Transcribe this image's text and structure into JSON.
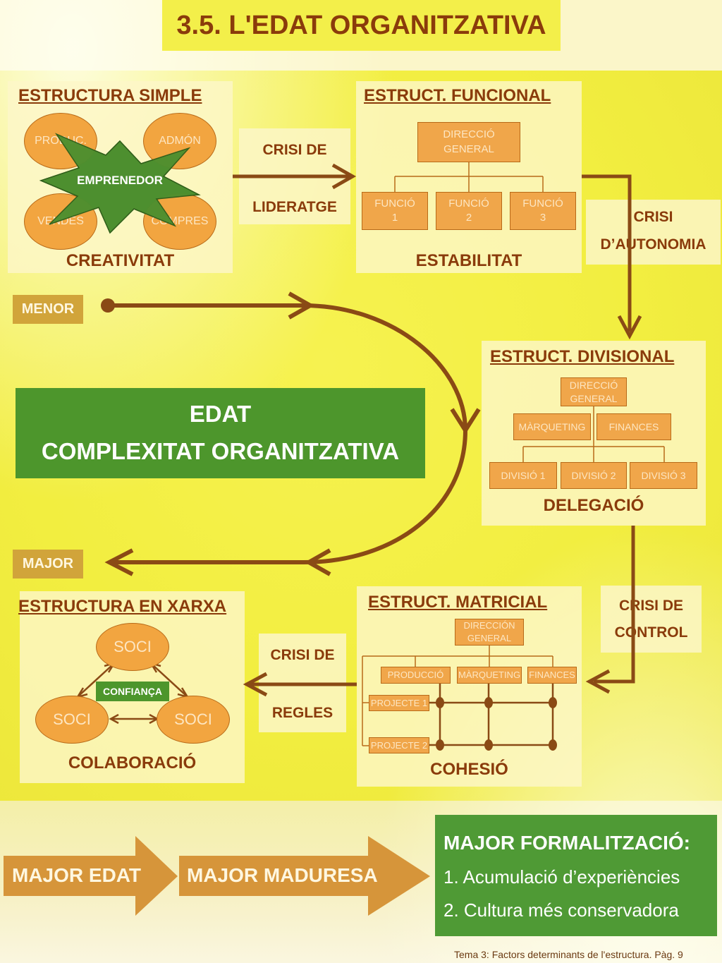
{
  "title": "3.5. L'EDAT ORGANITZATIVA",
  "simple": {
    "heading": "ESTRUCTURA SIMPLE",
    "ovals": [
      "PRODUC.",
      "ADMÓN",
      "VENDES",
      "COMPRES"
    ],
    "center": "EMPRENEDOR",
    "value": "CREATIVITAT"
  },
  "crisis_lideratge": {
    "line1": "CRISI DE",
    "line2": "LIDERATGE"
  },
  "funcional": {
    "heading": "ESTRUCT.  FUNCIONAL",
    "top": {
      "line1": "DIRECCIÓ",
      "line2": "GENERAL"
    },
    "functions": [
      {
        "line1": "FUNCIÓ",
        "line2": "1"
      },
      {
        "line1": "FUNCIÓ",
        "line2": "2"
      },
      {
        "line1": "FUNCIÓ",
        "line2": "3"
      }
    ],
    "value": "ESTABILITAT"
  },
  "crisis_autonomia": {
    "line1": "CRISI",
    "line2": "D’AUTONOMIA"
  },
  "menor": "MENOR",
  "major": "MAJOR",
  "center_box": {
    "line1": "EDAT",
    "line2": "COMPLEXITAT ORGANITZATIVA"
  },
  "divisional": {
    "heading": "ESTRUCT.  DIVISIONAL",
    "top": {
      "line1": "DIRECCIÓ",
      "line2": "GENERAL"
    },
    "staff": [
      "MÀRQUETING",
      "FINANCES"
    ],
    "divisions": [
      "DIVISIÓ 1",
      "DIVISIÓ 2",
      "DIVISIÓ 3"
    ],
    "value": "DELEGACIÓ"
  },
  "crisis_control": {
    "line1": "CRISI DE",
    "line2": "CONTROL"
  },
  "matricial": {
    "heading": "ESTRUCT.  MATRICIAL",
    "top": {
      "line1": "DIRECCIÓN",
      "line2": "GENERAL"
    },
    "functions": [
      "PRODUCCIÓ",
      "MÀRQUETING",
      "FINANCES"
    ],
    "projects": [
      "PROJECTE 1",
      "PROJECTE 2"
    ],
    "value": "COHESIÓ"
  },
  "crisis_regles": {
    "line1": "CRISI DE",
    "line2": "REGLES"
  },
  "xarxa": {
    "heading": "ESTRUCTURA EN XARXA",
    "nodes": [
      "SOCI",
      "SOCI",
      "SOCI"
    ],
    "center": "CONFIANÇA",
    "value": "COLABORACIÓ"
  },
  "bottom": {
    "arrow1": "MAJOR EDAT",
    "arrow2": "MAJOR MADURESA",
    "formal_title": "MAJOR FORMALITZACIÓ:",
    "formal_items": [
      "1. Acumulació d’experiències",
      "2. Cultura més conservadora"
    ]
  },
  "footer": "Tema 3: Factors determinants de l'estructura. Pàg. 9",
  "colors": {
    "brown": "#8a3b0b",
    "orange": "#f0a64a",
    "green": "#4d962c",
    "gold": "#d1a43a"
  }
}
